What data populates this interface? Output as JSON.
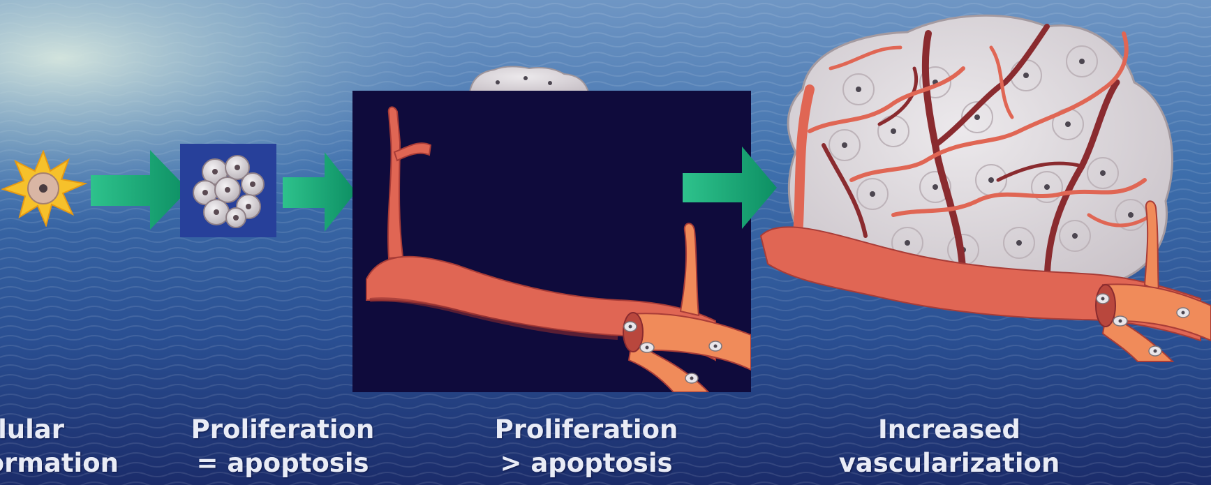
{
  "stages": [
    {
      "line1": "llular",
      "line2": "ormation"
    },
    {
      "line1": "Proliferation",
      "line2": "= apoptosis"
    },
    {
      "line1": "Proliferation",
      "line2": "> apoptosis"
    },
    {
      "line1": "Increased",
      "line2": "vascularization"
    }
  ],
  "colors": {
    "sea_dark": "#1b2f6f",
    "sea_mid": "#2f5f9e",
    "sky_glow": "#b9d4dc",
    "arrow": "#1aa877",
    "panel_blue": "#27409a",
    "panel_navy": "#0f0b3c",
    "vessel": "#e06654",
    "vessel_dark": "#8a2b2f",
    "cell": "#e6e2e4",
    "nucleus": "#3b3b45",
    "star": "#f6c12b"
  }
}
